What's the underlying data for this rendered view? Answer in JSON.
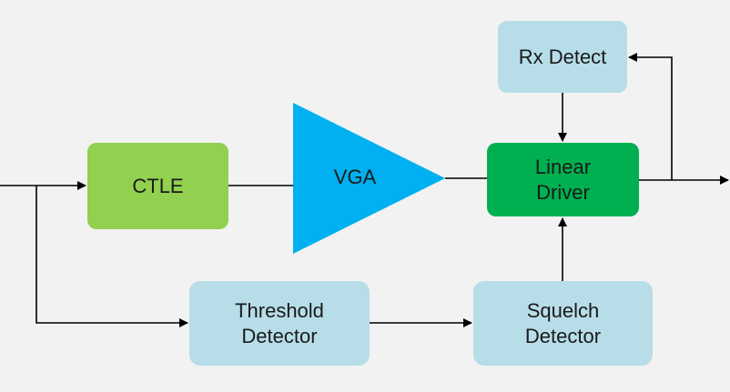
{
  "blocks": {
    "ctle": {
      "label": "CTLE",
      "color": "#92d050"
    },
    "vga": {
      "label": "VGA",
      "color": "#00b0f0"
    },
    "rx_detect": {
      "label": "Rx Detect",
      "color": "#b7dde8"
    },
    "linear_driver": {
      "label": "Linear\nDriver",
      "color": "#00b050"
    },
    "threshold_detector": {
      "label": "Threshold\nDetector",
      "color": "#b7dde8"
    },
    "squelch_detector": {
      "label": "Squelch\nDetector",
      "color": "#b7dde8"
    }
  },
  "colors": {
    "background": "#f2f2f2",
    "wire": "#000000"
  }
}
